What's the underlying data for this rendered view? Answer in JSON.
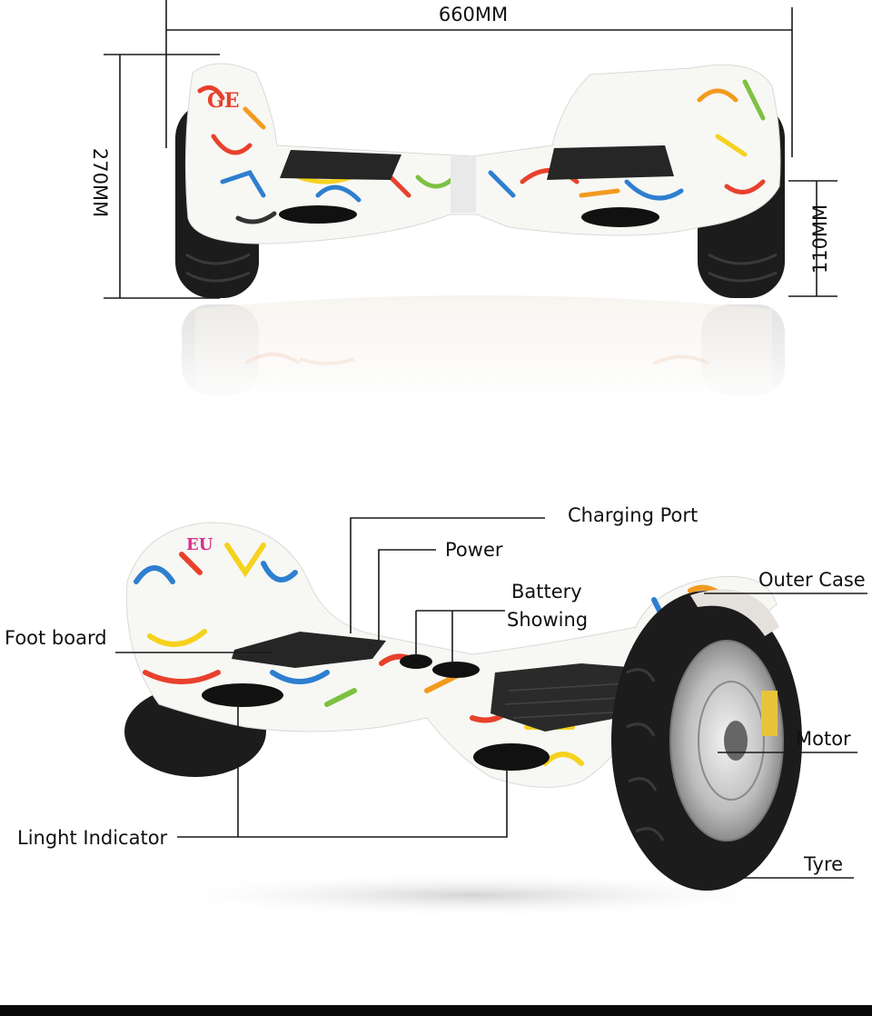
{
  "dimensions": {
    "width": "660MM",
    "height": "270MM",
    "wheel_height": "110MM"
  },
  "callouts": {
    "charging_port": "Charging Port",
    "power": "Power",
    "battery_line1": "Battery",
    "battery_line2": "Showing",
    "outer_case": "Outer Case",
    "foot_board": "Foot board",
    "motor": "Motor",
    "light_indicator": "Linght Indicator",
    "tyre": "Tyre"
  },
  "colors": {
    "body": "#f7f7f4",
    "tyre": "#1c1c1c",
    "graffiti": [
      "#e8412c",
      "#f39a1e",
      "#f5d21e",
      "#2e7fd0",
      "#7cc142",
      "#d8308c"
    ]
  }
}
